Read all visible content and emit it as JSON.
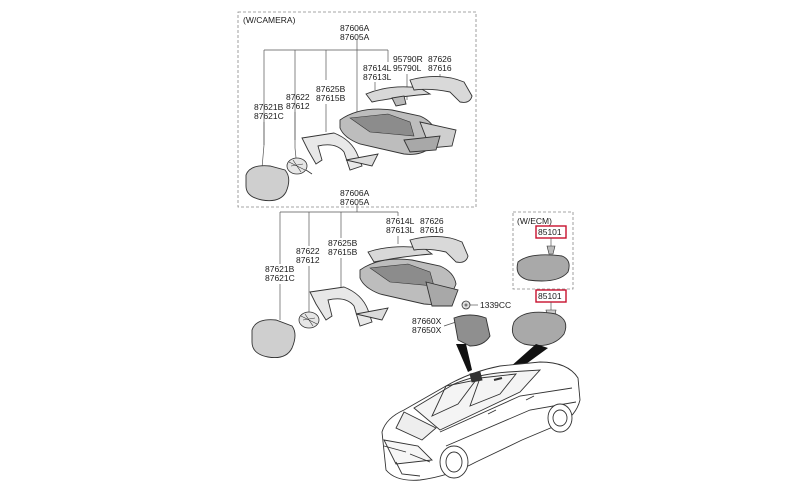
{
  "camera_group": {
    "title": "(W/CAMERA)",
    "labels": {
      "housing_a": "87606A",
      "housing_b": "87605A",
      "cover_r": "95790R",
      "cover_l": "95790L",
      "cap_a": "87626",
      "cap_b": "87616",
      "cover2_a": "87614L",
      "cover2_b": "87613L",
      "frame_a": "87625B",
      "frame_b": "87615B",
      "actuator_a": "87622",
      "actuator_b": "87612",
      "glass_a": "87621B",
      "glass_b": "87621C"
    }
  },
  "standard_group": {
    "labels": {
      "housing_a": "87606A",
      "housing_b": "87605A",
      "cover2_a": "87614L",
      "cover2_b": "87613L",
      "cap_a": "87626",
      "cap_b": "87616",
      "frame_a": "87625B",
      "frame_b": "87615B",
      "actuator_a": "87622",
      "actuator_b": "87612",
      "glass_a": "87621B",
      "glass_b": "87621C",
      "bolt": "1339CC",
      "base_a": "87660X",
      "base_b": "87650X"
    }
  },
  "ecm_group": {
    "title": "(W/ECM)",
    "part_number": "85101"
  },
  "inside_mirror": {
    "part_number": "85101"
  },
  "colors": {
    "highlight_box": "#c8102e",
    "dashed_border": "#888888",
    "part_fill": "#d9d9d9",
    "part_dark": "#9a9a9a"
  }
}
